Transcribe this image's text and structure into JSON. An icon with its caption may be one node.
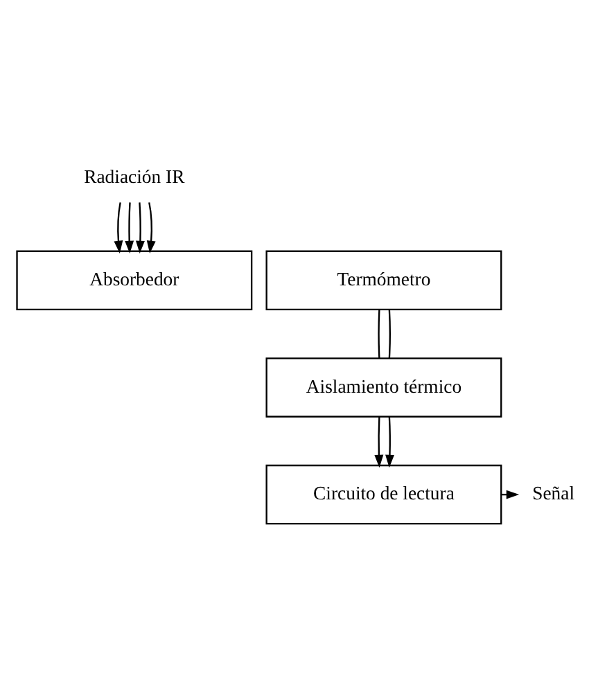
{
  "diagram": {
    "nodes": [
      {
        "text": [
          "Radiación IR"
        ]
      },
      {
        "text": [
          "Absorbedor"
        ]
      },
      {
        "text": [
          "Termómetro"
        ]
      },
      {
        "text": [
          "Aislamiento térmico"
        ]
      },
      {
        "text": [
          "Circuito de lectura"
        ]
      },
      {
        "text": [
          "Señal"
        ]
      }
    ],
    "edges": [
      {
        "from": 0,
        "to": 1,
        "arrow": "to"
      },
      {
        "from": 0,
        "to": 1,
        "arrow": "to"
      },
      {
        "from": 0,
        "to": 1,
        "arrow": "to"
      },
      {
        "from": 0,
        "to": 1,
        "arrow": "to"
      },
      {
        "from": 2,
        "to": 3,
        "arrow": "none"
      },
      {
        "from": 2,
        "to": 3,
        "arrow": "none"
      },
      {
        "from": 3,
        "to": 4,
        "arrow": "to"
      },
      {
        "from": 3,
        "to": 4,
        "arrow": "to"
      },
      {
        "from": 4,
        "to": 5,
        "arrow": "to"
      }
    ]
  }
}
